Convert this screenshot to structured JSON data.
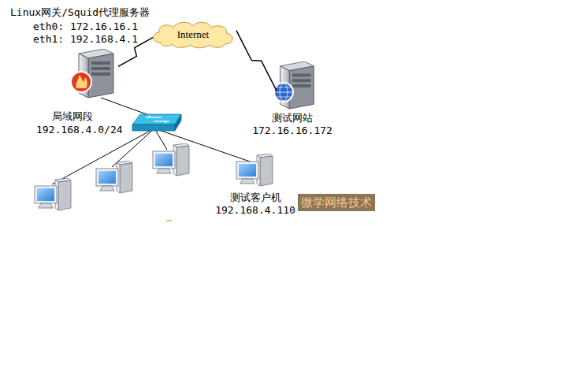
{
  "diagram": {
    "nodes": [
      {
        "text": [
          "Linux网关/Squid代理服务器",
          "eth0: 172.16.16.1",
          "eth1: 192.168.4.1"
        ]
      },
      {
        "text": [
          "Internet"
        ]
      },
      {
        "text": [
          "测试网站",
          "172.16.16.172"
        ]
      },
      {
        "text": [
          "测试客户机",
          "192.168.4.110"
        ]
      }
    ],
    "edges": [
      {
        "from": 0,
        "to": 1,
        "arrow": "none"
      },
      {
        "from": 1,
        "to": 2,
        "arrow": "none"
      }
    ],
    "labels": [
      "局域网段",
      "192.168.4.0/24",
      "微学网络技术"
    ]
  }
}
